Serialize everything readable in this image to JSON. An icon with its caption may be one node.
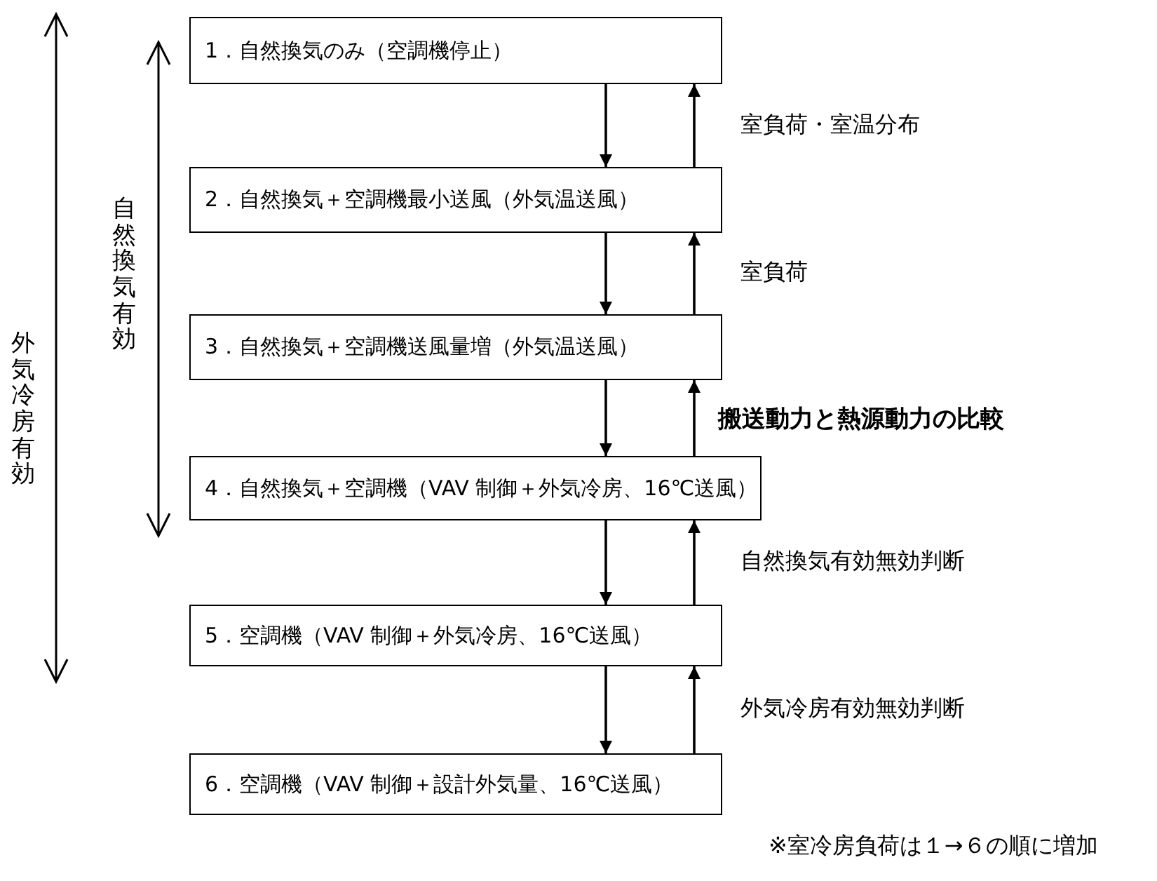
{
  "diagram": {
    "nodes": [
      {
        "text": [
          "1．自然換気のみ（空調機停止）"
        ]
      },
      {
        "text": [
          "2．自然換気＋空調機最小送風（外気温送風）"
        ]
      },
      {
        "text": [
          "3．自然換気＋空調機送風量増（外気温送風）"
        ]
      },
      {
        "text": [
          "4．自然換気＋空調機（VAV 制御＋外気冷房、16℃送風）"
        ]
      },
      {
        "text": [
          "5．空調機（VAV 制御＋外気冷房、16℃送風）"
        ]
      },
      {
        "text": [
          "6．空調機（VAV 制御＋設計外気量、16℃送風）"
        ]
      }
    ],
    "edges": [
      {
        "from": 0,
        "to": 1,
        "arrow": "to"
      },
      {
        "from": 1,
        "to": 0,
        "arrow": "to",
        "label": "室負荷・室温分布"
      },
      {
        "from": 1,
        "to": 2,
        "arrow": "to"
      },
      {
        "from": 2,
        "to": 1,
        "arrow": "to",
        "label": "室負荷"
      },
      {
        "from": 2,
        "to": 3,
        "arrow": "to"
      },
      {
        "from": 3,
        "to": 2,
        "arrow": "to",
        "label": "搬送動力と熱源動力の比較"
      },
      {
        "from": 3,
        "to": 4,
        "arrow": "to"
      },
      {
        "from": 4,
        "to": 3,
        "arrow": "to",
        "label": "自然換気有効無効判断"
      },
      {
        "from": 4,
        "to": 5,
        "arrow": "to"
      },
      {
        "from": 5,
        "to": 4,
        "arrow": "to",
        "label": "外気冷房有効無効判断"
      }
    ],
    "labels": [
      "外気冷房有効",
      "自然換気有効",
      "※室冷房負荷は１→６の順に増加"
    ]
  }
}
